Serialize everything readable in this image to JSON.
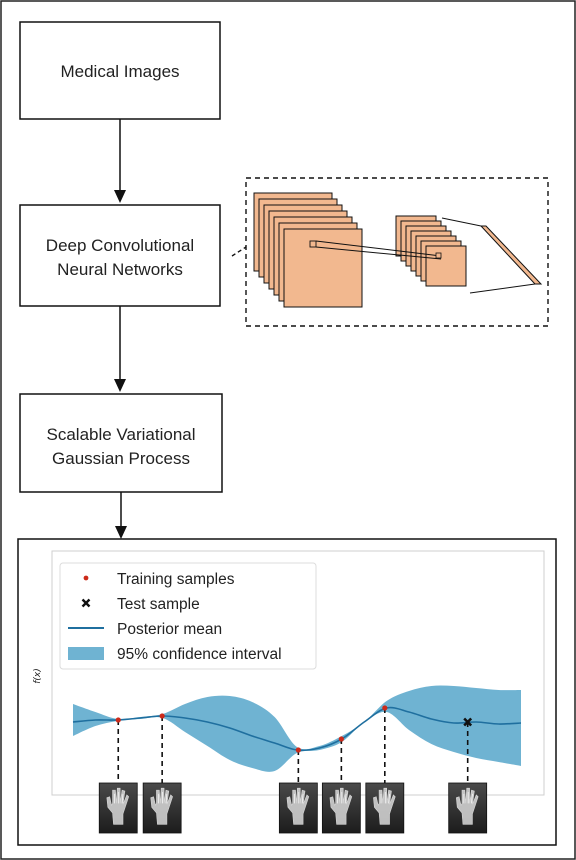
{
  "flow": {
    "step1": "Medical Images",
    "step2_line1": "Deep Convolutional",
    "step2_line2": "Neural Networks",
    "step3_line1": "Scalable Variational",
    "step3_line2": "Gaussian Process"
  },
  "colors": {
    "feature_map_fill": "#f2b88f",
    "band_fill": "#6fb3d2",
    "mean_line": "#1f6f9f",
    "training_point": "#cc2a1a",
    "test_marker": "#111111"
  },
  "chart_data": {
    "type": "line",
    "title": "",
    "xlabel": "",
    "ylabel": "f(x)",
    "grid": false,
    "legend_position": "top-left",
    "legend": {
      "training": "Training samples",
      "test": "Test sample",
      "mean": "Posterior mean",
      "band": "95% confidence interval"
    },
    "x_range": [
      0,
      100
    ],
    "y_range": [
      0,
      100
    ],
    "posterior": {
      "x": [
        0,
        5,
        10,
        15,
        20,
        25,
        30,
        35,
        40,
        45,
        50,
        55,
        60,
        65,
        70,
        75,
        80,
        85,
        90,
        95,
        100
      ],
      "mean": [
        58,
        60,
        60,
        62,
        64,
        62,
        58,
        52,
        44,
        37,
        30,
        32,
        41,
        58,
        72,
        68,
        61,
        57,
        58,
        56,
        57
      ],
      "upper": [
        76,
        68,
        61,
        63,
        66,
        76,
        83,
        84,
        78,
        63,
        33,
        34,
        44,
        58,
        79,
        89,
        94,
        94,
        92,
        90,
        90
      ],
      "lower": [
        44,
        54,
        59,
        61,
        62,
        48,
        34,
        20,
        12,
        9,
        27,
        30,
        38,
        58,
        68,
        50,
        36,
        28,
        22,
        18,
        14
      ]
    },
    "training_samples": [
      {
        "x": 10.1,
        "y": 60
      },
      {
        "x": 19.9,
        "y": 64
      },
      {
        "x": 50.3,
        "y": 30
      },
      {
        "x": 59.9,
        "y": 41
      },
      {
        "x": 69.6,
        "y": 72
      }
    ],
    "test_sample": {
      "x": 88.1,
      "y": 58
    }
  }
}
